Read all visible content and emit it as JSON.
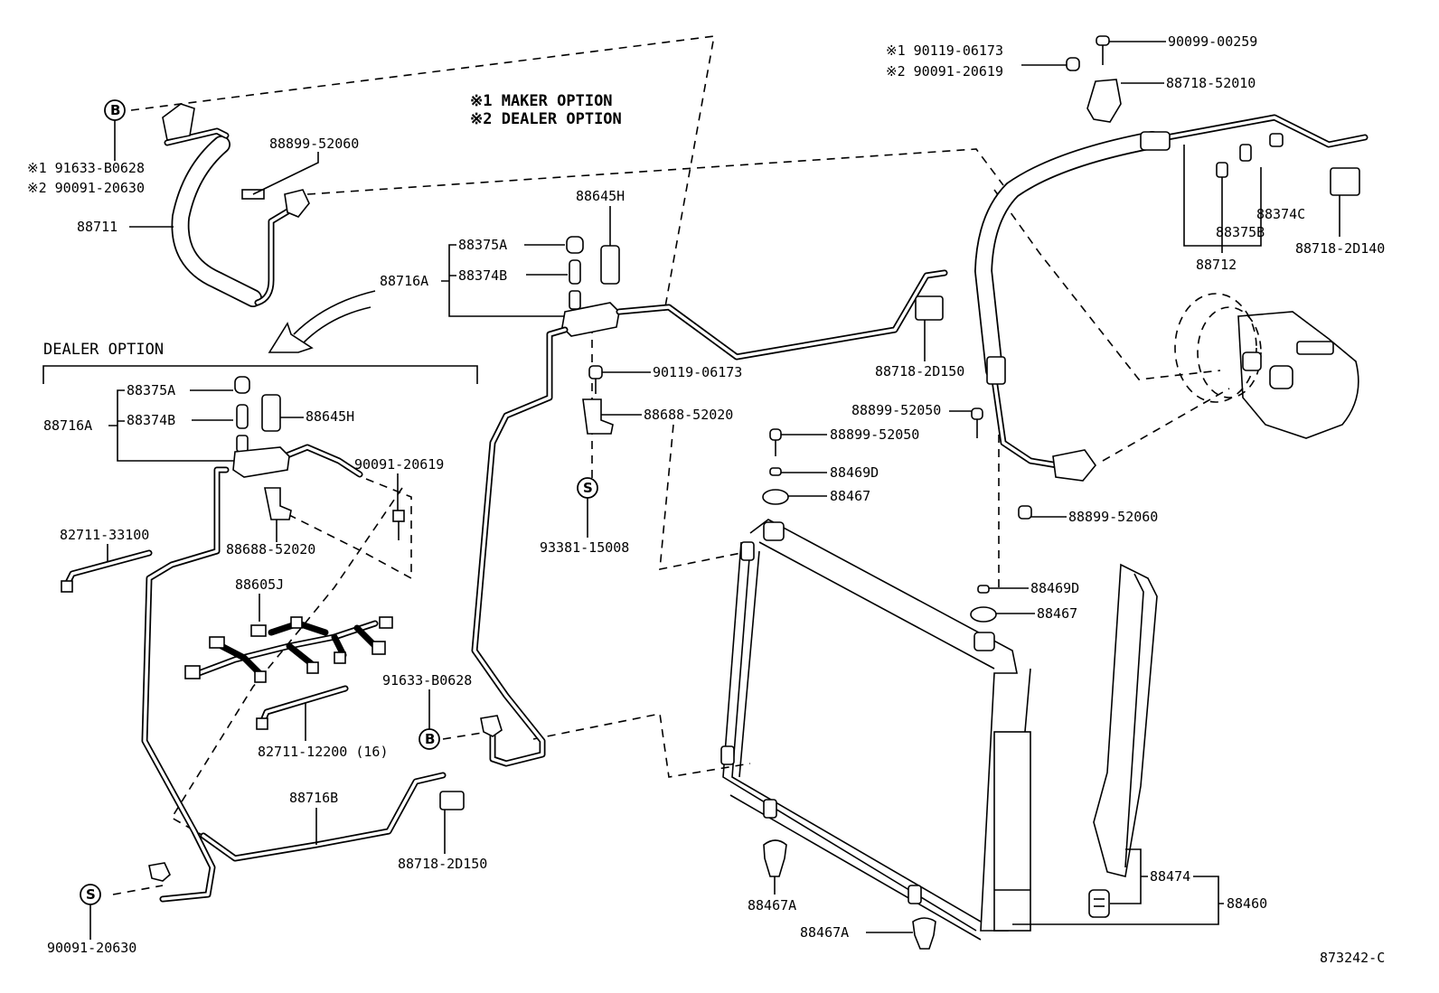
{
  "legend": {
    "maker_option": "※1 MAKER OPTION",
    "dealer_option": "※2 DEALER OPTION"
  },
  "dealer_option_box_title": "DEALER OPTION",
  "drawing_number": "873242-C",
  "circle_symbols": {
    "b": "B",
    "s": "S"
  },
  "labels": {
    "p_91633_b0628_top": "※1  91633-B0628",
    "p_90091_20630_top": "※2  90091-20630",
    "p_88711": "88711",
    "p_88899_52060_top": "88899-52060",
    "p_88645h_main": "88645H",
    "p_88375a_main": "88375A",
    "p_88374b_main": "88374B",
    "p_88716a_main": "88716A",
    "p_90119_06173_mid": "90119-06173",
    "p_88688_52020_mid": "88688-52020",
    "p_93381_15008": "93381-15008",
    "p_88718_2d150_mid": "88718-2D150",
    "p_90119_06173_tr": "※1  90119-06173",
    "p_90091_20619_tr": "※2  90091-20619",
    "p_90099_00259": "90099-00259",
    "p_88718_52010": "88718-52010",
    "p_88374c": "88374C",
    "p_88375b": "88375B",
    "p_88712": "88712",
    "p_88718_2d140": "88718-2D140",
    "p_88899_52050_right": "88899-52050",
    "p_88899_52050_left": "88899-52050",
    "p_88469d_top": "88469D",
    "p_88467_top": "88467",
    "p_88899_52060_right": "88899-52060",
    "p_88469d_bottom": "88469D",
    "p_88467_bottom": "88467",
    "p_88467a_upper": "88467A",
    "p_88467a_lower": "88467A",
    "p_88474": "88474",
    "p_88460": "88460",
    "p_88375a_dealer": "88375A",
    "p_88374b_dealer": "88374B",
    "p_88645h_dealer": "88645H",
    "p_88716a_dealer": "88716A",
    "p_90091_20619_dealer": "90091-20619",
    "p_88688_52020_dealer": "88688-52020",
    "p_82711_33100": "82711-33100",
    "p_88605j": "88605J",
    "p_82711_12200": "82711-12200 (16)",
    "p_91633_b0628_bottom": "91633-B0628",
    "p_88716b": "88716B",
    "p_88718_2d150_bottom": "88718-2D150",
    "p_90091_20630_bottom": "90091-20630"
  }
}
